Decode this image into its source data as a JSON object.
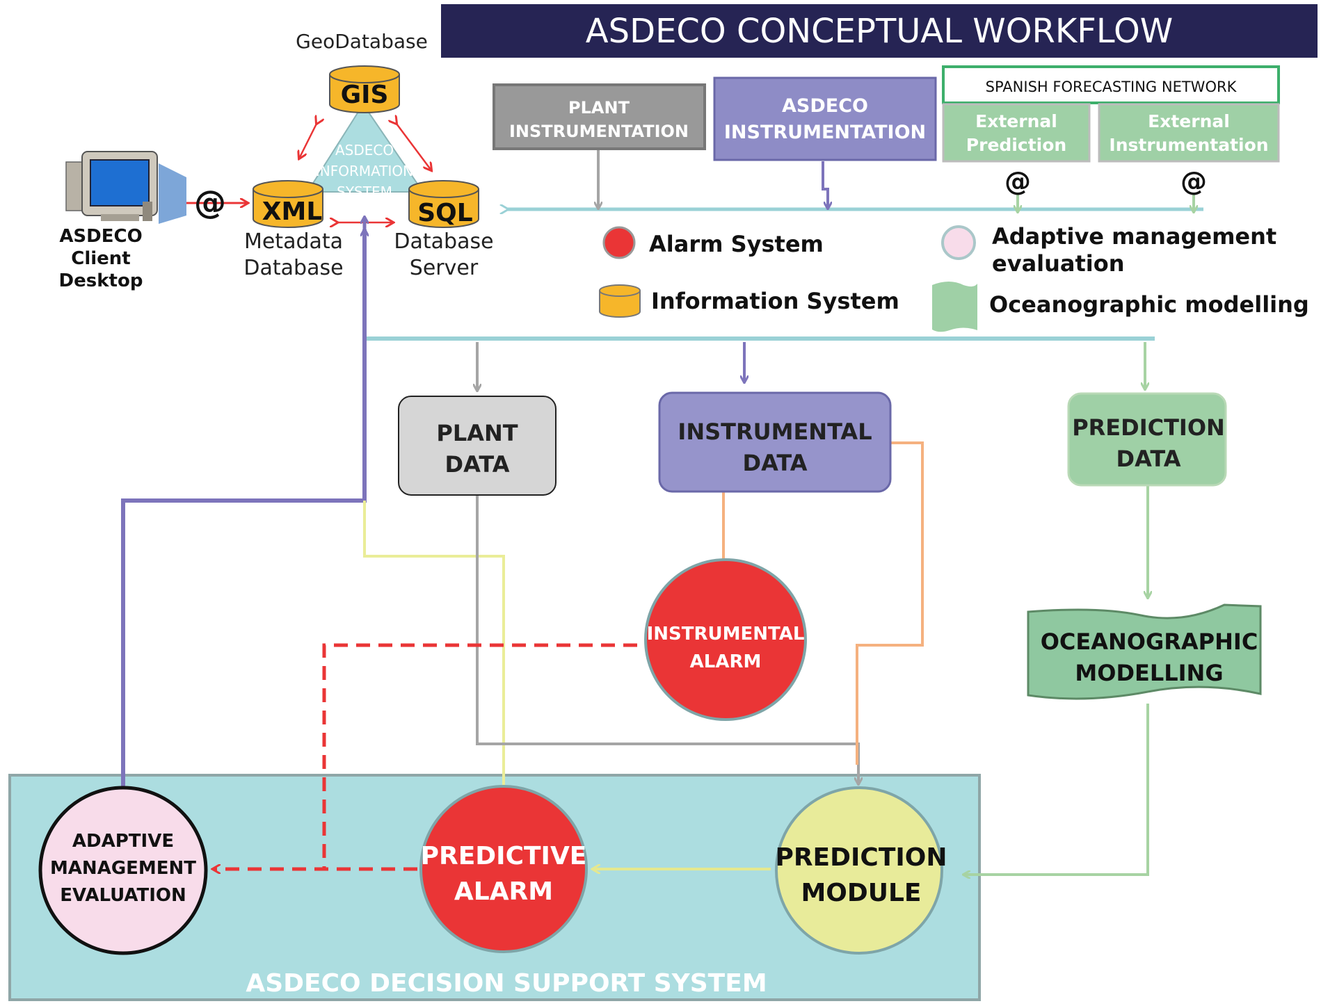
{
  "title": "ASDECO CONCEPTUAL WORKFLOW",
  "geodatabase": {
    "label": "GeoDatabase",
    "gis": "GIS",
    "xml": "XML",
    "sql": "SQL",
    "core_lines": [
      "ASDECO",
      "INFORMATION",
      "SYSTEM"
    ],
    "metadata_lines": [
      "Metadata",
      "Database"
    ],
    "server_lines": [
      "Database",
      "Server"
    ]
  },
  "client": {
    "lines": [
      "ASDECO",
      "Client",
      "Desktop"
    ],
    "at": "@"
  },
  "inputs": {
    "plant_lines": [
      "PLANT",
      "INSTRUMENTATION"
    ],
    "asdeco_lines": [
      "ASDECO",
      "INSTRUMENTATION"
    ],
    "network": "SPANISH FORECASTING NETWORK",
    "external_prediction_lines": [
      "External",
      "Prediction"
    ],
    "external_instrumentation_lines": [
      "External",
      "Instrumentation"
    ],
    "at": "@"
  },
  "legend": {
    "alarm": "Alarm System",
    "info": "Information System",
    "adaptive_lines": [
      "Adaptive management",
      "evaluation"
    ],
    "ocean": "Oceanographic modelling"
  },
  "nodes": {
    "plant_data_lines": [
      "PLANT",
      "DATA"
    ],
    "instrumental_data_lines": [
      "INSTRUMENTAL",
      "DATA"
    ],
    "prediction_data_lines": [
      "PREDICTION",
      "DATA"
    ],
    "instrumental_alarm_lines": [
      "INSTRUMENTAL",
      "ALARM"
    ],
    "ocean_modelling_lines": [
      "OCEANOGRAPHIC",
      "MODELLING"
    ],
    "adaptive_lines": [
      "ADAPTIVE",
      "MANAGEMENT",
      "EVALUATION"
    ],
    "predictive_alarm_lines": [
      "PREDICTIVE",
      "ALARM"
    ],
    "prediction_module_lines": [
      "PREDICTION",
      "MODULE"
    ]
  },
  "dss": {
    "label": "ASDECO DECISION SUPPORT SYSTEM"
  },
  "colors": {
    "title_bg": "#262454",
    "plant": "#999999",
    "purple": "#8e8cc6",
    "purple_line": "#7d74bb",
    "green": "#9fd0a6",
    "green_line": "#a7d3a3",
    "cyan_line": "#9ad1d6",
    "dss_bg": "#acdde0",
    "alarm_red": "#ea3536",
    "yellow": "#e8eb9a",
    "orange": "#f5b17f",
    "gold": "#f6b62a",
    "pink": "#f8dcea"
  }
}
